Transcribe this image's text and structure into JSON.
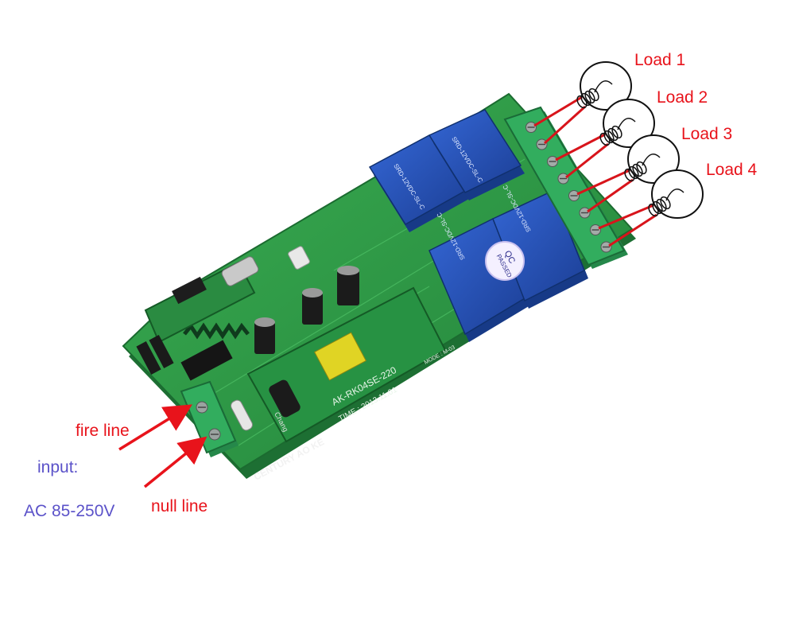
{
  "labels": {
    "load1": "Load 1",
    "load2": "Load 2",
    "load3": "Load 3",
    "load4": "Load 4",
    "fire_line": "fire line",
    "null_line": "null line",
    "input": "input:",
    "voltage": "AC 85-250V"
  },
  "board": {
    "model": "AK-RK04SE-220",
    "time": "TIME : 2013.11.01",
    "brand": "CENTURY AO KE",
    "mode": "MODE : M-03",
    "qc_top": "QC",
    "qc_bottom": "PASSED",
    "relay_text": "SRD-12VDC-SL-C",
    "cap_brand": "Chang"
  },
  "colors": {
    "label_red": "#e8131b",
    "label_purple": "#5b52c9",
    "pcb": "#2f9b45",
    "relay": "#2552b8",
    "terminal": "#2ea35a"
  }
}
